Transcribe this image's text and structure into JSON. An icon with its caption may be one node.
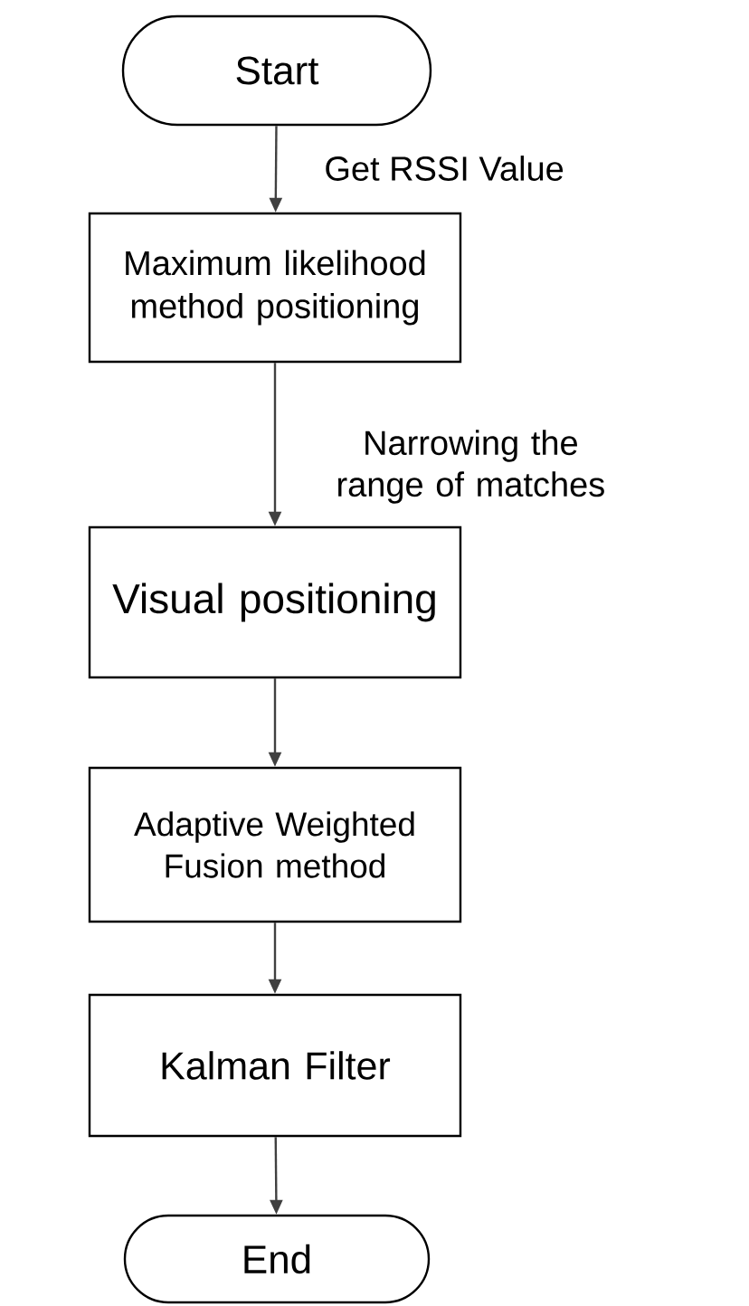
{
  "diagram": {
    "nodes": [
      {
        "text": [
          "Start"
        ]
      },
      {
        "text": [
          "Maximum likelihood method positioning"
        ]
      },
      {
        "text": [
          "Visual positioning"
        ]
      },
      {
        "text": [
          "Adaptive Weighted Fusion method"
        ]
      },
      {
        "text": [
          "Kalman Filter"
        ]
      },
      {
        "text": [
          "End"
        ]
      }
    ],
    "edges": [
      {
        "from": 0,
        "to": 1,
        "arrow": "to",
        "label": "Get RSSI Value"
      },
      {
        "from": 1,
        "to": 2,
        "arrow": "to",
        "label": "Narrowing the range of matches"
      },
      {
        "from": 2,
        "to": 3,
        "arrow": "to"
      },
      {
        "from": 3,
        "to": 4,
        "arrow": "to"
      },
      {
        "from": 4,
        "to": 5,
        "arrow": "to"
      }
    ]
  }
}
